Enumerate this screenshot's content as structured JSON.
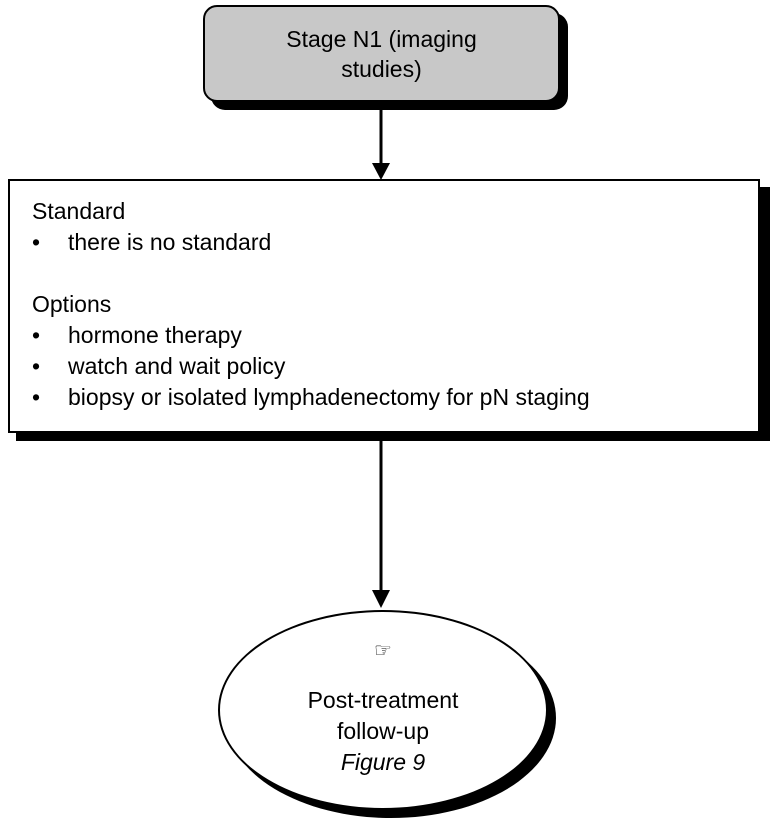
{
  "top_node": {
    "text": "Stage N1 (imaging studies)"
  },
  "middle_node": {
    "standard_title": "Standard",
    "standard_items": [
      "there is no standard"
    ],
    "options_title": "Options",
    "options_items": [
      "hormone therapy",
      "watch and wait policy",
      "biopsy or isolated lymphadenectomy for pN staging"
    ]
  },
  "bottom_node": {
    "icon": "pointing-hand-icon",
    "icon_glyph": "☞",
    "line1": "Post-treatment",
    "line2": "follow-up",
    "reference": "Figure 9"
  },
  "bullet_glyph": "•"
}
